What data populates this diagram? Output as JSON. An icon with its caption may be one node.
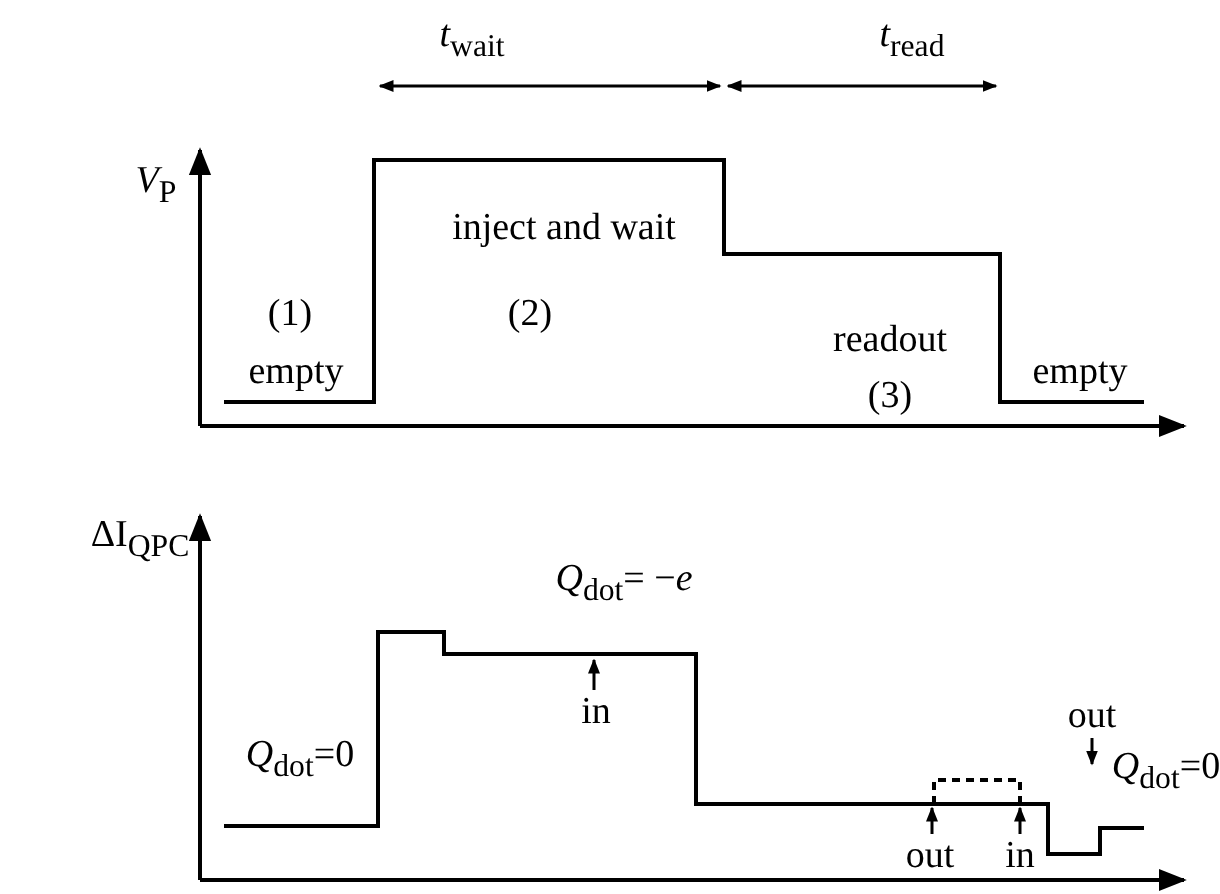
{
  "diagram": {
    "labels": [
      "*t*$_{wait}$",
      "*t*$_{read}$",
      "*V*$_{P}$",
      "inject and wait",
      "(1)",
      "(2)",
      "readout",
      "empty",
      "(3)",
      "empty",
      "ΔI$_{QPC}$",
      "*Q*$_{dot}$= −*e*",
      "in",
      "*Q*$_{dot}$=0",
      "out",
      "*Q*$_{dot}$=0",
      "out",
      "in"
    ]
  }
}
